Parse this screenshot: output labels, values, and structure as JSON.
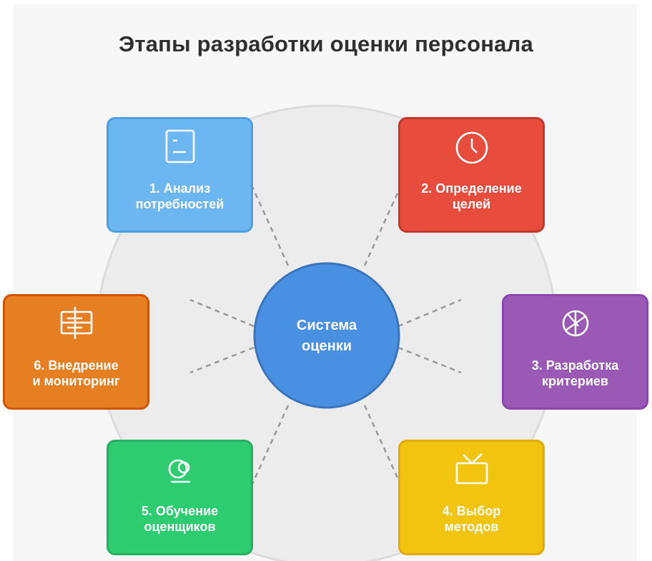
{
  "title": "Этапы разработки оценки персонала",
  "hub": {
    "label": "Система\nоценки",
    "color": "#4a90e2"
  },
  "stages": [
    {
      "id": "analysis",
      "label": "1. Анализ\nпотребностей",
      "icon": "document-icon",
      "color": "#6cb7f2",
      "border": "#4d9fe0"
    },
    {
      "id": "goals",
      "label": "2. Определение\nцелей",
      "icon": "clock-icon",
      "color": "#e74c3c",
      "border": "#c0392b"
    },
    {
      "id": "criteria",
      "label": "3. Разработка\nкритериев",
      "icon": "criteria-wheel-icon",
      "color": "#9b59b6",
      "border": "#8e44ad"
    },
    {
      "id": "methods",
      "label": "4. Выбор\nметодов",
      "icon": "tv-icon",
      "color": "#f1c40f",
      "border": "#e2a90a"
    },
    {
      "id": "training",
      "label": "5. Обучение\nоценщиков",
      "icon": "training-icon",
      "color": "#2ecc71",
      "border": "#27ae60"
    },
    {
      "id": "implementation",
      "label": "6. Внедрение\nи мониторинг",
      "icon": "monitor-board-icon",
      "color": "#e67e22",
      "border": "#d35400"
    }
  ]
}
